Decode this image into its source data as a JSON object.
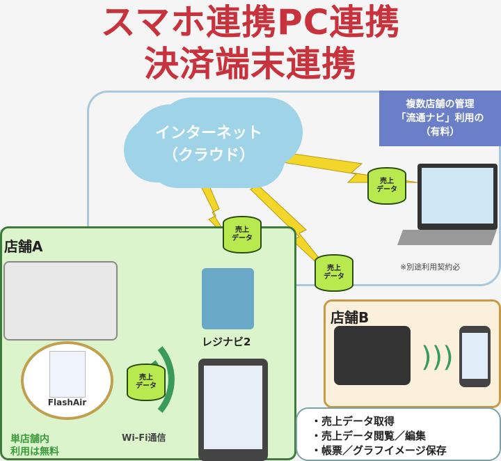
{
  "title": {
    "line1": "スマホ連携PC連携",
    "line2": "決済端末連携"
  },
  "cloud": {
    "line1": "インターネット",
    "line2": "（クラウド）"
  },
  "multi_store": {
    "line1": "複数店舗の管理",
    "line2": "「流通ナビ」利用の",
    "line3": "（有料）"
  },
  "laptop_note": "※別途利用契約必",
  "data_label": {
    "line1": "売上",
    "line2": "データ"
  },
  "store_a": {
    "label": "店舗A",
    "flashair": "FlashAir",
    "note1": "単店舗内",
    "note2": "利用は無料",
    "wifi": "Wi-Fi通信",
    "app": "レジナビ2"
  },
  "store_b": {
    "label": "店舗B"
  },
  "features": [
    "・売上データ取得",
    "・売上データ閲覧／編集",
    "・帳票／グラフイメージ保存"
  ],
  "colors": {
    "title": "#c8323c",
    "store_a_border": "#3b7a3b",
    "store_b_border": "#c89a48",
    "data": "#b8ea50"
  }
}
